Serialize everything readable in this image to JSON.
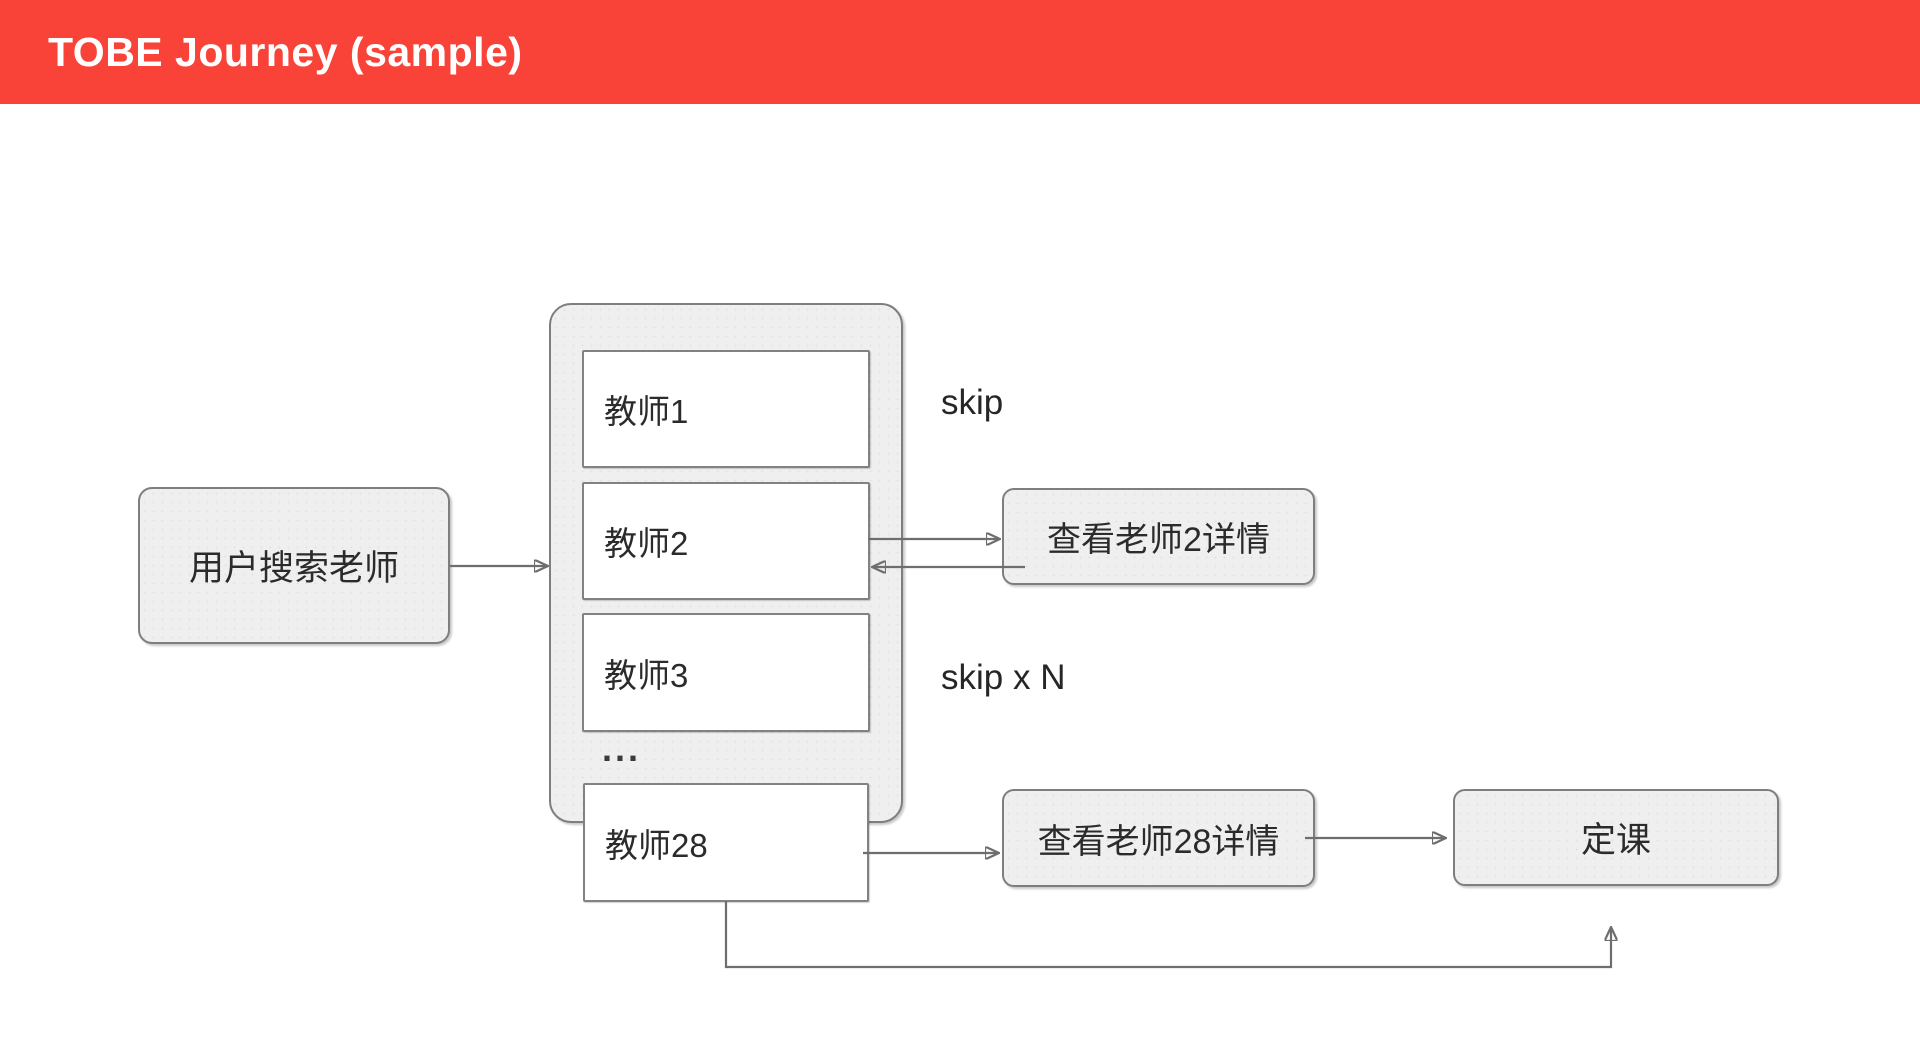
{
  "header": {
    "title": "TOBE Journey (sample)",
    "background_color": "#f94238",
    "text_color": "#ffffff"
  },
  "diagram": {
    "start": {
      "label": "用户搜索老师"
    },
    "teacher_list": {
      "items": [
        {
          "label": "教师1"
        },
        {
          "label": "教师2"
        },
        {
          "label": "教师3"
        }
      ],
      "ellipsis": "...",
      "last": {
        "label": "教师28"
      }
    },
    "labels": {
      "skip": "skip",
      "skip_n": "skip x N"
    },
    "details": {
      "teacher2": {
        "label": "查看老师2详情"
      },
      "teacher28": {
        "label": "查看老师28详情"
      }
    },
    "end": {
      "label": "定课"
    },
    "colors": {
      "node_fill": "#efefef",
      "node_border": "#7e7e7e",
      "inner_box_fill": "#ffffff",
      "connector": "#6e6e6e",
      "arrowhead": "#383838",
      "text": "#2b2b2b"
    }
  }
}
